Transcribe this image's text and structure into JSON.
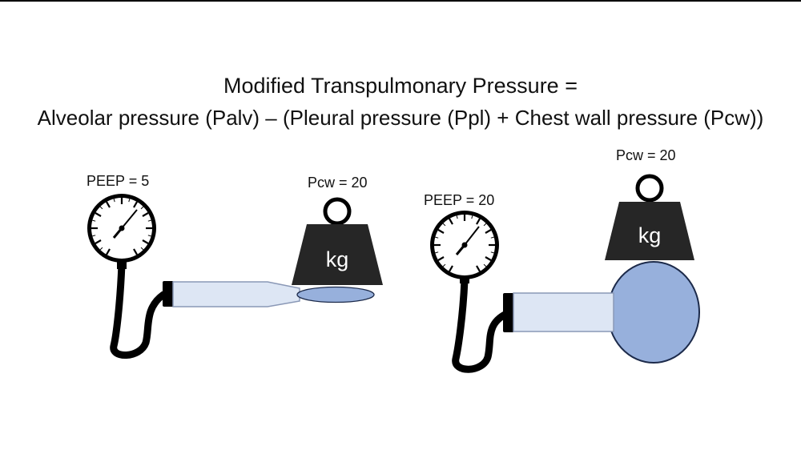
{
  "title": {
    "line1": "Modified Transpulmonary Pressure =",
    "line2": "Alveolar pressure (Palv) – (Pleural pressure (Ppl) + Chest wall pressure (Pcw))"
  },
  "left_scenario": {
    "peep_label": "PEEP = 5",
    "pcw_label": "Pcw = 20",
    "weight_text": "kg",
    "lung_state": "collapsed"
  },
  "right_scenario": {
    "peep_label": "PEEP = 20",
    "pcw_label": "Pcw = 20",
    "weight_text": "kg",
    "lung_state": "inflated"
  },
  "colors": {
    "tube_fill": "#dde6f4",
    "tube_stroke": "#8a98b6",
    "lung_fill": "#97b0dc",
    "lung_stroke": "#1c2a4a",
    "weight_fill": "#262626",
    "ink": "#000000"
  }
}
